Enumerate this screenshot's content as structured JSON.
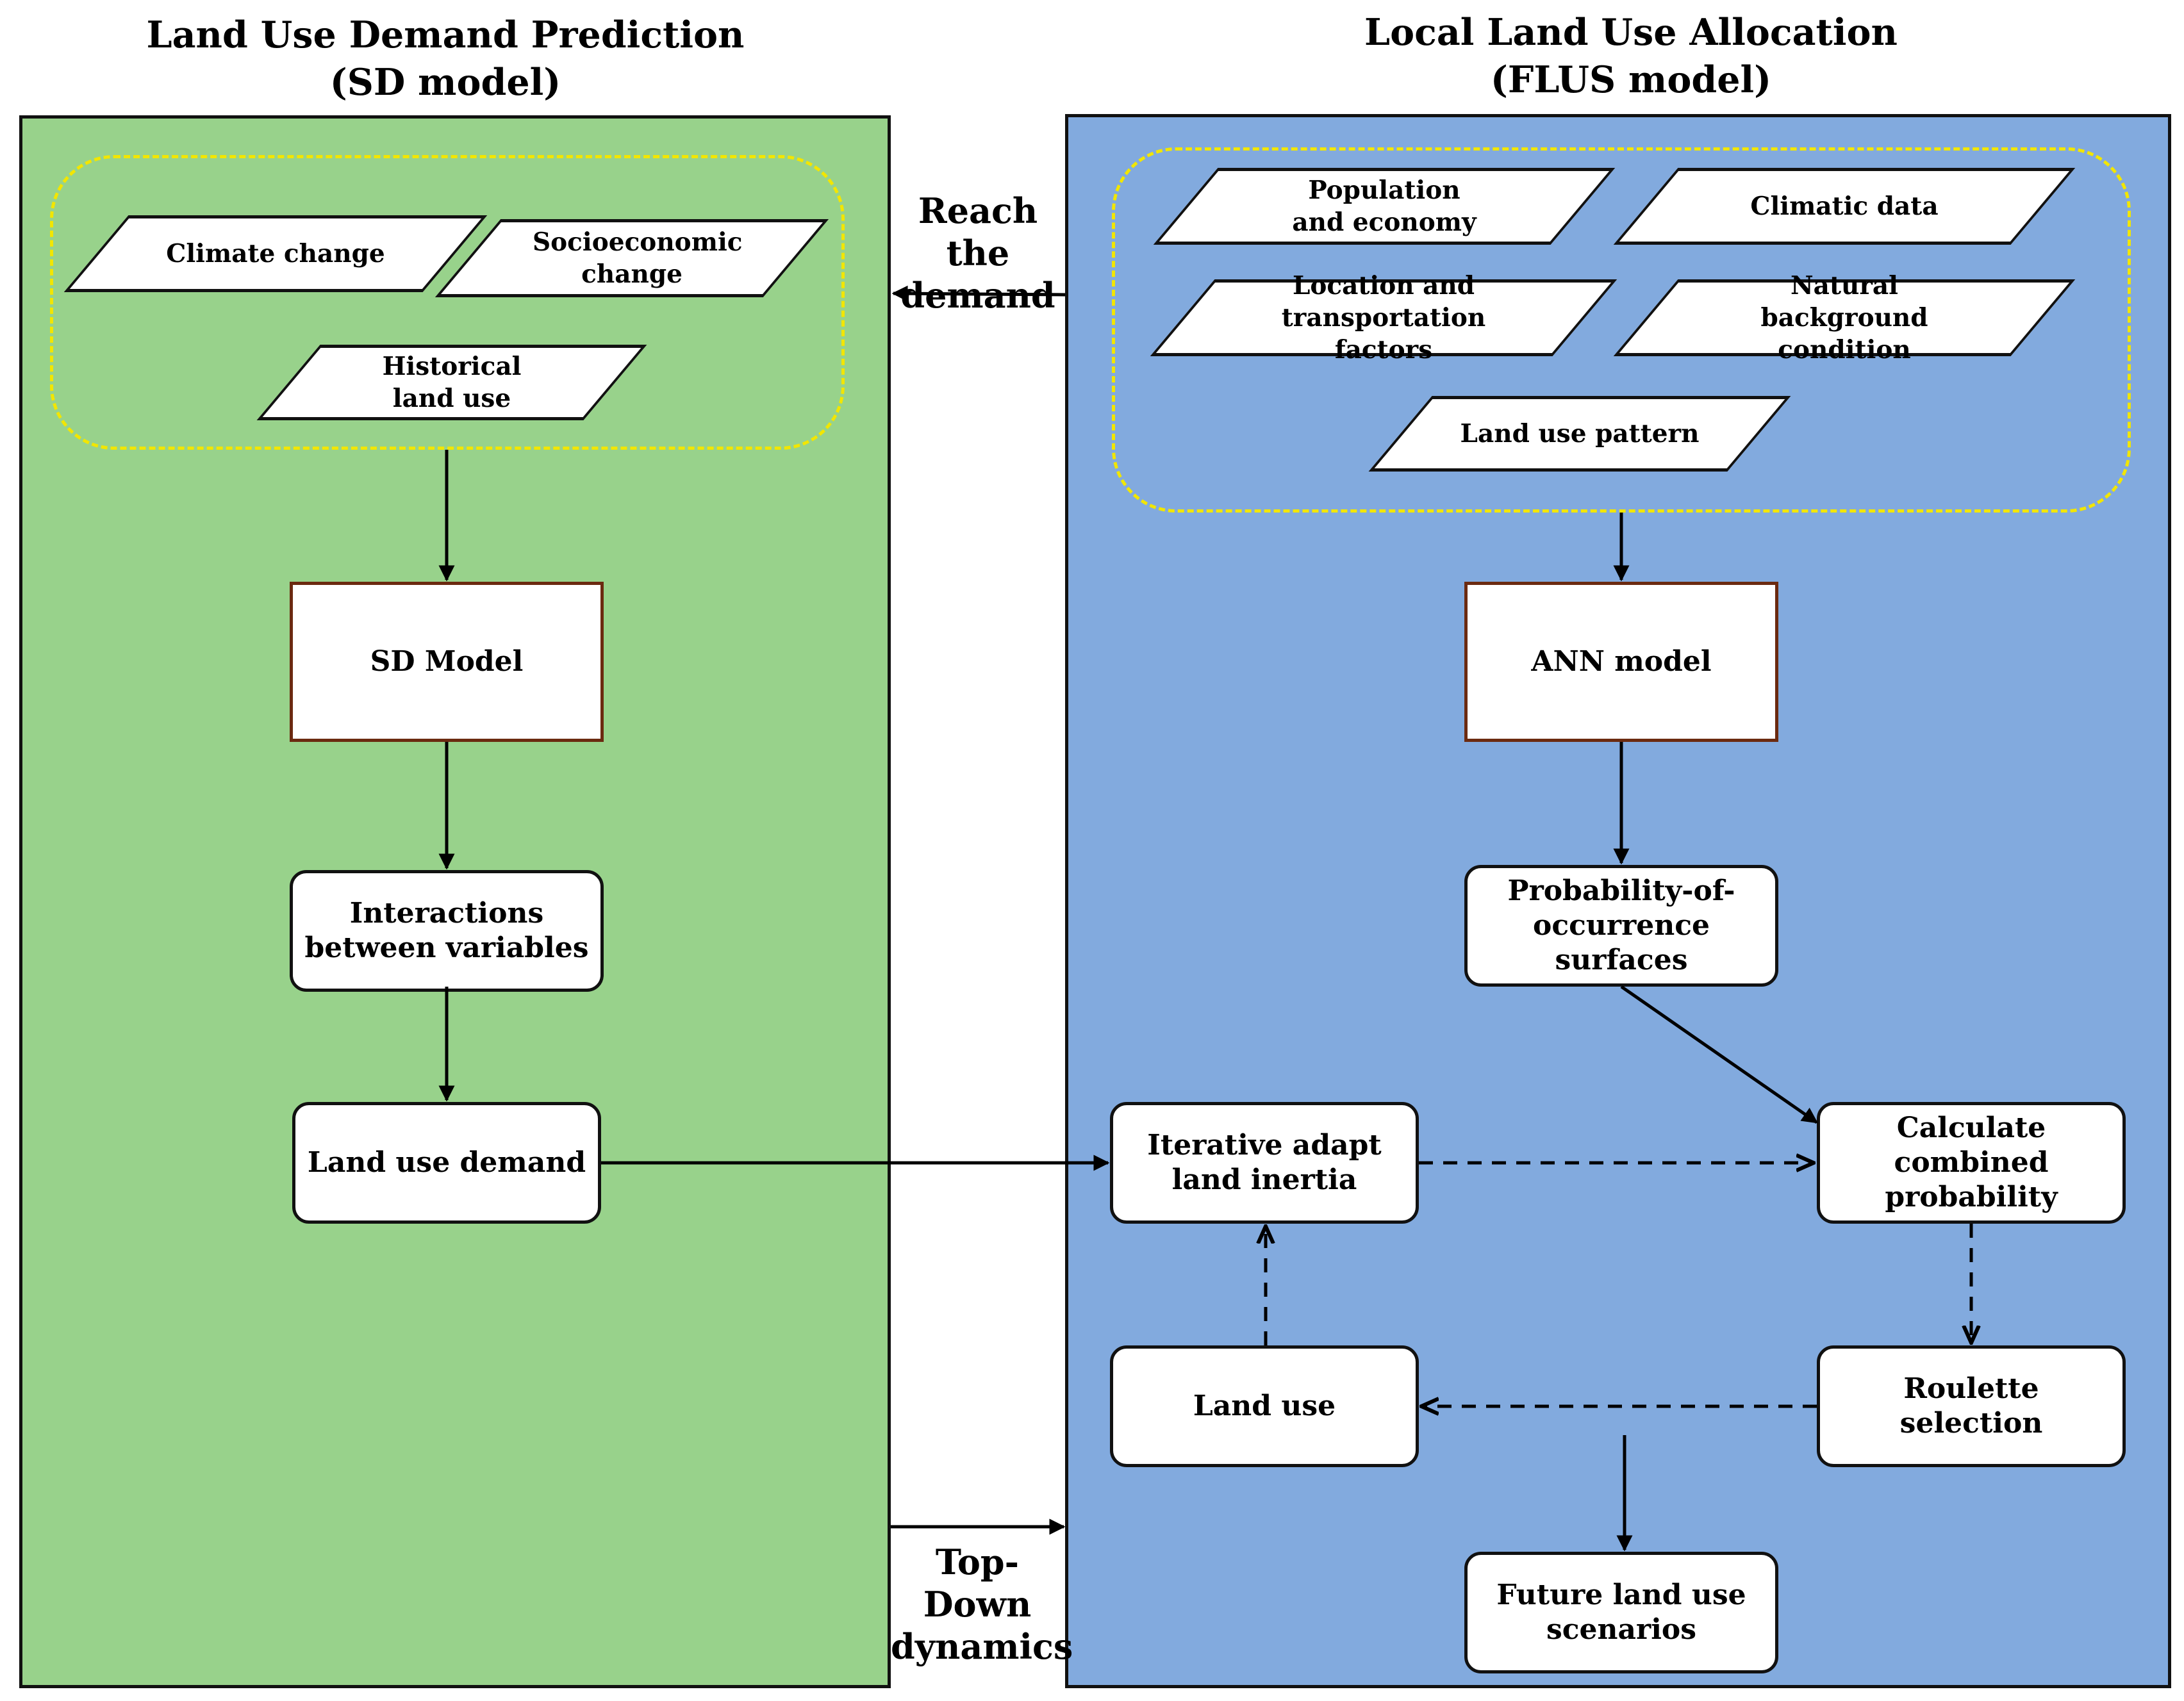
{
  "headings": {
    "left": [
      "Land Use Demand  Prediction",
      "(SD model)"
    ],
    "right": [
      "Local Land Use Allocation",
      "(FLUS model)"
    ]
  },
  "panels": {
    "sd": {
      "color": "#98d28b",
      "inputs": [
        "Climate change",
        "Socioeconomic change",
        "Historical land use"
      ],
      "nodes": {
        "sd_model": "SD Model",
        "interactions": "Interactions between variables",
        "land_use_demand": "Land use demand"
      }
    },
    "flus": {
      "color": "#82aade",
      "inputs": [
        "Population and economy",
        "Climatic data",
        "Location and transportation factors",
        "Natural background condition",
        "Land use pattern"
      ],
      "nodes": {
        "ann_model": "ANN model",
        "probability": "Probability-of-occurrence surfaces",
        "iterative": "Iterative adapt land inertia",
        "combined": "Calculate combined probability",
        "land_use": "Land use",
        "roulette": "Roulette selection",
        "future": "Future land use scenarios"
      }
    }
  },
  "connectors": {
    "reach_demand": "Reach the demand",
    "top_down": "Top-Down dynamics"
  },
  "colors": {
    "dashed_group": "#f2e600",
    "box_border": "#111111",
    "rect_border": "#6b2a10"
  }
}
